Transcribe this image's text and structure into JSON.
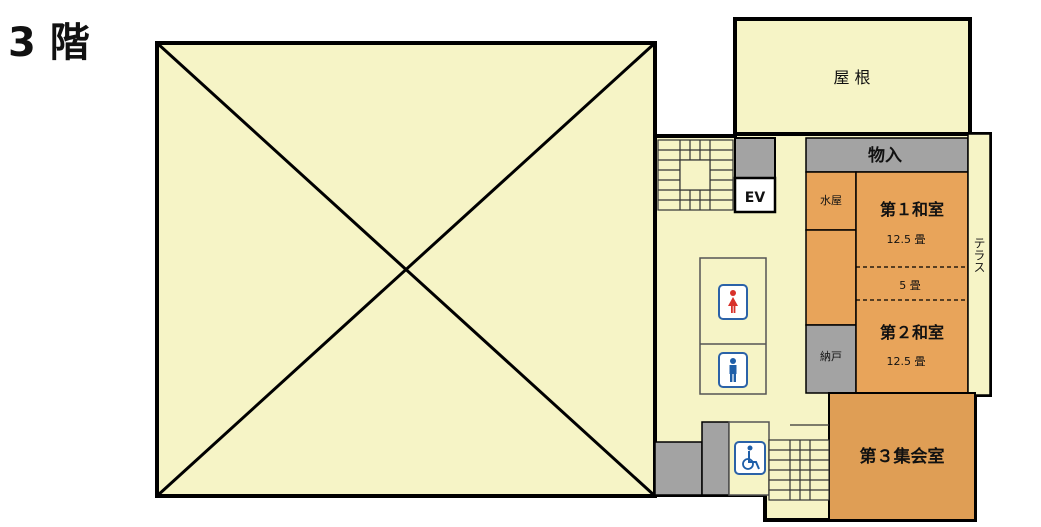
{
  "floor": {
    "title": "3 階"
  },
  "rooms": {
    "roof": "屋 根",
    "storage": "物入",
    "ev": "EV",
    "mizuya": "水屋",
    "washitsu1": {
      "name": "第１和室",
      "size": "12.5 畳"
    },
    "mid_area": {
      "size": "5 畳"
    },
    "washitsu2": {
      "name": "第２和室",
      "size": "12.5 畳"
    },
    "nato": "納戸",
    "terrace": "テラス",
    "meeting3": "第３集会室"
  },
  "icons": {
    "female": "female-toilet-icon",
    "male": "male-toilet-icon",
    "accessible": "accessible-toilet-icon"
  },
  "colors": {
    "floor": "#f6f4c6",
    "room_orange": "#e8a45a",
    "room_dark_orange": "#df9e55",
    "gray": "#a3a3a3",
    "toilet_border": "#2b62a8",
    "female_icon": "#d8312a",
    "male_icon": "#1e5ea8"
  }
}
